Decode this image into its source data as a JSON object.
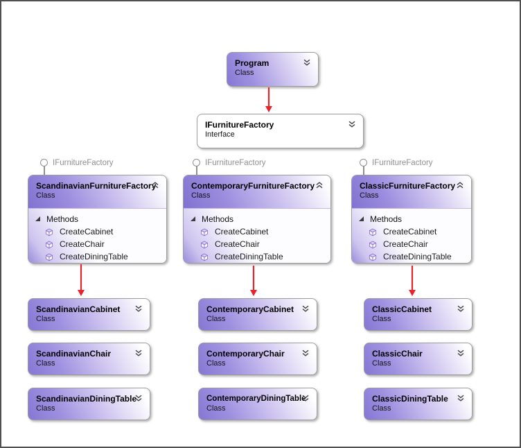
{
  "canvas": {
    "background": "#ffffff",
    "frame_color": "#4f4f4f"
  },
  "colors": {
    "node_gradient_dark": "#8172d1",
    "node_gradient_light": "#ffffff",
    "node_border": "#9c9c9c",
    "arrow_red": "#e8232b",
    "lollipop_gray": "#8f8f8f",
    "method_icon_purple": "#8b6fd0",
    "chevron_gray": "#4a4a4a"
  },
  "nodes": {
    "program": {
      "title": "Program",
      "subtitle": "Class"
    },
    "interface": {
      "title": "IFurnitureFactory",
      "subtitle": "Interface"
    }
  },
  "lollipop_label": "IFurnitureFactory",
  "methods_header_label": "Methods",
  "factories": [
    {
      "title": "ScandinavianFurnitureFactory",
      "subtitle": "Class",
      "methods": [
        "CreateCabinet",
        "CreateChair",
        "CreateDiningTable"
      ]
    },
    {
      "title": "ContemporaryFurnitureFactory",
      "subtitle": "Class",
      "methods": [
        "CreateCabinet",
        "CreateChair",
        "CreateDiningTable"
      ]
    },
    {
      "title": "ClassicFurnitureFactory",
      "subtitle": "Class",
      "methods": [
        "CreateCabinet",
        "CreateChair",
        "CreateDiningTable"
      ]
    }
  ],
  "products": [
    {
      "title": "ScandinavianCabinet",
      "subtitle": "Class"
    },
    {
      "title": "ScandinavianChair",
      "subtitle": "Class"
    },
    {
      "title": "ScandinavianDiningTable",
      "subtitle": "Class"
    },
    {
      "title": "ContemporaryCabinet",
      "subtitle": "Class"
    },
    {
      "title": "ContemporaryChair",
      "subtitle": "Class"
    },
    {
      "title": "ContemporaryDiningTable",
      "subtitle": "Class"
    },
    {
      "title": "ClassicCabinet",
      "subtitle": "Class"
    },
    {
      "title": "ClassicChair",
      "subtitle": "Class"
    },
    {
      "title": "ClassicDiningTable",
      "subtitle": "Class"
    }
  ]
}
